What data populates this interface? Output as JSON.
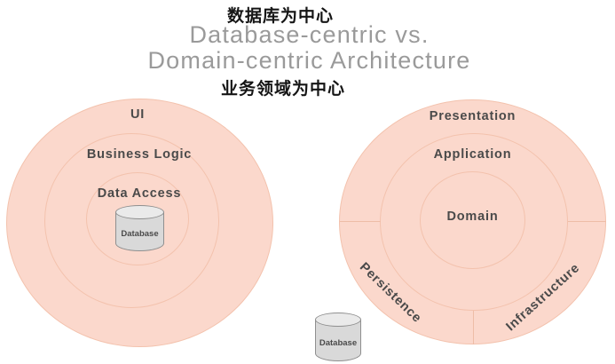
{
  "header": {
    "label_database_centric_cn": "数据库为中心",
    "title_line1": "Database-centric vs.",
    "title_line2": "Domain-centric Architecture",
    "label_domain_centric_cn": "业务领域为中心"
  },
  "left_diagram": {
    "name": "database-centric-architecture",
    "rings": [
      "UI",
      "Business Logic",
      "Data Access"
    ],
    "database_label": "Database"
  },
  "right_diagram": {
    "name": "domain-centric-architecture",
    "rings": [
      "Presentation",
      "Application",
      "Domain"
    ],
    "outer_segments": [
      "Persistence",
      "Infrastructure"
    ],
    "database_label": "Database"
  },
  "colors": {
    "circle_fill": "#fbd8cc",
    "circle_stroke": "#f3c2ad",
    "divider_line": "#eebda7",
    "label_text": "#4a4a4a",
    "title_text": "#9a9a9a",
    "cn_text": "#151515",
    "cylinder_body": "#d9d9d9",
    "cylinder_top": "#eaeaea",
    "cylinder_stroke": "#8f8f8f"
  }
}
